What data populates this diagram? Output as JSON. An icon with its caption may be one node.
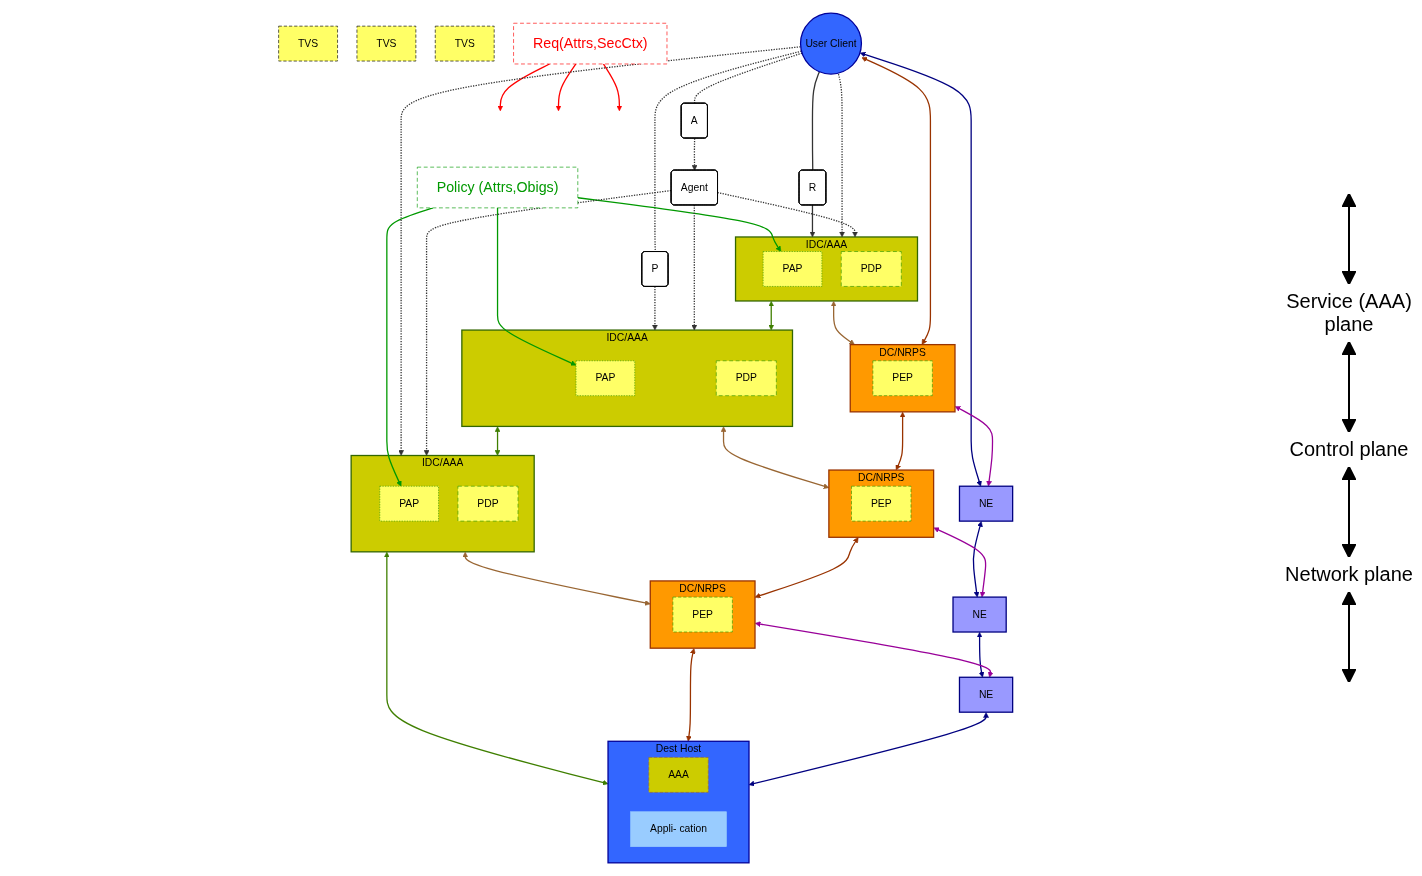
{
  "diagram": {
    "nodes": [
      {
        "text": [
          "Agent"
        ]
      },
      {
        "text": [
          "Policy (Attrs,Obigs)"
        ]
      },
      {
        "text": [
          "A"
        ]
      },
      {
        "text": [
          "R"
        ]
      },
      {
        "text": [
          "IDC/AAA"
        ]
      },
      {
        "text": [
          "PAP"
        ],
        "in": 4
      },
      {
        "text": [
          "PDP"
        ],
        "in": 4
      },
      {
        "text": [
          "IDC/AAA"
        ]
      },
      {
        "text": [
          "PAP"
        ],
        "in": 7
      },
      {
        "text": [
          "PDP"
        ],
        "in": 7
      },
      {
        "text": [
          "IDC/AAA"
        ]
      },
      {
        "text": [
          "PAP"
        ],
        "in": 10
      },
      {
        "text": [
          "PDP"
        ],
        "in": 10
      },
      {
        "text": [
          "Dest Host"
        ]
      },
      {
        "text": [
          "AAA"
        ],
        "in": 13
      },
      {
        "text": [
          "P"
        ]
      },
      {
        "text": [
          "TVS"
        ]
      },
      {
        "text": [
          "TVS"
        ]
      },
      {
        "text": [
          "TVS"
        ]
      },
      {
        "text": [
          "User Client"
        ]
      },
      {
        "text": [
          "DC/NRPS"
        ]
      },
      {
        "text": [
          "PEP"
        ],
        "in": 20
      },
      {
        "text": [
          "DC/NRPS"
        ]
      },
      {
        "text": [
          "PEP"
        ],
        "in": 22
      },
      {
        "text": [
          "DC/NRPS"
        ]
      },
      {
        "text": [
          "PEP"
        ],
        "in": 24
      },
      {
        "text": [
          "NE"
        ]
      },
      {
        "text": [
          "NE"
        ]
      },
      {
        "text": [
          "NE"
        ]
      },
      {
        "text": [
          "Appli- cation"
        ],
        "in": 13
      },
      {
        "text": [
          "Req(Attrs,SecCtx)"
        ]
      }
    ],
    "edges": [
      {
        "from": 19,
        "to": 2,
        "arrow": "none",
        "style": "dashed"
      },
      {
        "from": 2,
        "to": 0,
        "arrow": "to",
        "style": "dashed"
      },
      {
        "from": 19,
        "to": 3,
        "arrow": "none"
      },
      {
        "from": 3,
        "to": 4,
        "arrow": "to"
      },
      {
        "from": 19,
        "to": 4,
        "arrow": "to",
        "style": "dashed"
      },
      {
        "from": 19,
        "to": 15,
        "arrow": "none",
        "style": "dashed"
      },
      {
        "from": 15,
        "to": 7,
        "arrow": "to",
        "style": "dashed"
      },
      {
        "from": 19,
        "to": 10,
        "arrow": "to",
        "style": "dashed"
      },
      {
        "from": 0,
        "to": 4,
        "arrow": "to",
        "style": "dashed"
      },
      {
        "from": 0,
        "to": 7,
        "arrow": "to",
        "style": "dashed"
      },
      {
        "from": 0,
        "to": 10,
        "arrow": "to",
        "style": "dashed"
      },
      {
        "from": 4,
        "to": 7,
        "arrow": "both",
        "color": "#3f7f00"
      },
      {
        "from": 7,
        "to": 10,
        "arrow": "both",
        "color": "#3f7f00"
      },
      {
        "from": 10,
        "to": 13,
        "arrow": "both",
        "color": "#3f7f00"
      },
      {
        "from": 1,
        "to": 5,
        "arrow": "to",
        "color": "#009900"
      },
      {
        "from": 1,
        "to": 8,
        "arrow": "to",
        "color": "#009900"
      },
      {
        "from": 1,
        "to": 11,
        "arrow": "to",
        "color": "#009900"
      },
      {
        "from": 4,
        "to": 20,
        "arrow": "both",
        "color": "#996633"
      },
      {
        "from": 7,
        "to": 22,
        "arrow": "both",
        "color": "#996633"
      },
      {
        "from": 10,
        "to": 24,
        "arrow": "both",
        "color": "#996633"
      },
      {
        "from": 19,
        "to": 20,
        "arrow": "both",
        "color": "#993300"
      },
      {
        "from": 20,
        "to": 22,
        "arrow": "both",
        "color": "#993300"
      },
      {
        "from": 22,
        "to": 24,
        "arrow": "both",
        "color": "#993300"
      },
      {
        "from": 24,
        "to": 13,
        "arrow": "both",
        "color": "#993300"
      },
      {
        "from": 20,
        "to": 26,
        "arrow": "both",
        "color": "#990099"
      },
      {
        "from": 22,
        "to": 27,
        "arrow": "both",
        "color": "#990099"
      },
      {
        "from": 24,
        "to": 28,
        "arrow": "both",
        "color": "#990099"
      },
      {
        "from": 19,
        "to": 26,
        "arrow": "both",
        "color": "#000080"
      },
      {
        "from": 26,
        "to": 27,
        "arrow": "both",
        "color": "#000080"
      },
      {
        "from": 27,
        "to": 28,
        "arrow": "both",
        "color": "#000080"
      },
      {
        "from": 28,
        "to": 13,
        "arrow": "both",
        "color": "#000080"
      },
      {
        "from": 30,
        "to": null,
        "arrow": "to",
        "color": "#ff0000"
      },
      {
        "from": 30,
        "to": null,
        "arrow": "to",
        "color": "#ff0000"
      },
      {
        "from": 30,
        "to": null,
        "arrow": "to",
        "color": "#ff0000"
      }
    ],
    "labels": [
      "Service (AAA) plane",
      "Control plane",
      "Network plane"
    ]
  }
}
